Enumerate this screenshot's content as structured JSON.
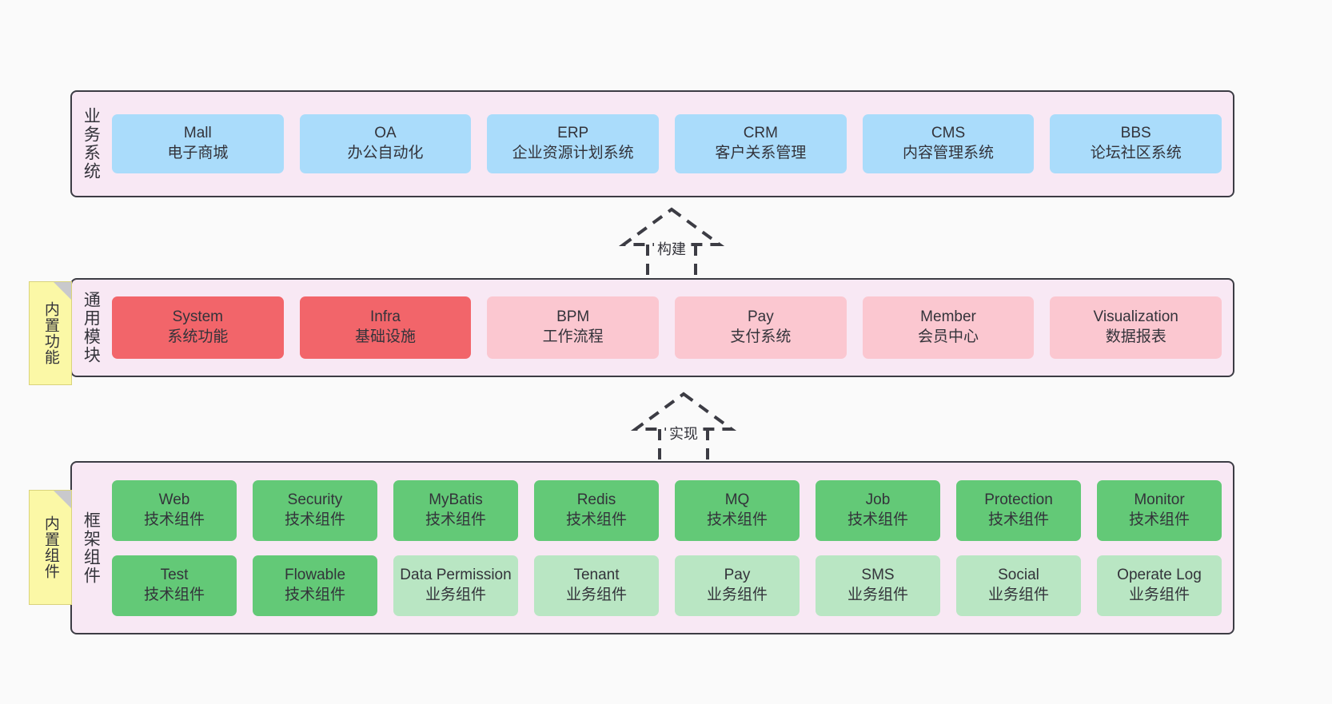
{
  "diagram": {
    "background": "#fafafa",
    "layer_fill": "#f8e8f4",
    "layer_border": "#3c3c44",
    "note_fill": "#fbf8a6"
  },
  "notes": [
    {
      "name": "builtin-function",
      "label": "内置功能"
    },
    {
      "name": "builtin-component",
      "label": "内置组件"
    }
  ],
  "connectors": [
    {
      "name": "build",
      "label": "构建",
      "style": "dashed-generalization"
    },
    {
      "name": "realize",
      "label": "实现",
      "style": "dashed-generalization"
    }
  ],
  "layers": [
    {
      "id": "business",
      "title": "业务系统",
      "rows": [
        {
          "nodes": [
            {
              "title": "Mall",
              "sub": "电子商城",
              "color": "#aadcfb"
            },
            {
              "title": "OA",
              "sub": "办公自动化",
              "color": "#aadcfb"
            },
            {
              "title": "ERP",
              "sub": "企业资源计划系统",
              "color": "#aadcfb"
            },
            {
              "title": "CRM",
              "sub": "客户关系管理",
              "color": "#aadcfb"
            },
            {
              "title": "CMS",
              "sub": "内容管理系统",
              "color": "#aadcfb"
            },
            {
              "title": "BBS",
              "sub": "论坛社区系统",
              "color": "#aadcfb"
            }
          ]
        }
      ]
    },
    {
      "id": "common",
      "title": "通用模块",
      "rows": [
        {
          "nodes": [
            {
              "title": "System",
              "sub": "系统功能",
              "color": "#f2656a"
            },
            {
              "title": "Infra",
              "sub": "基础设施",
              "color": "#f2656a"
            },
            {
              "title": "BPM",
              "sub": "工作流程",
              "color": "#fbc7d0"
            },
            {
              "title": "Pay",
              "sub": "支付系统",
              "color": "#fbc7d0"
            },
            {
              "title": "Member",
              "sub": "会员中心",
              "color": "#fbc7d0"
            },
            {
              "title": "Visualization",
              "sub": "数据报表",
              "color": "#fbc7d0"
            }
          ]
        }
      ]
    },
    {
      "id": "framework",
      "title": "框架组件",
      "rows": [
        {
          "nodes": [
            {
              "title": "Web",
              "sub": "技术组件",
              "color": "#63c977"
            },
            {
              "title": "Security",
              "sub": "技术组件",
              "color": "#63c977"
            },
            {
              "title": "MyBatis",
              "sub": "技术组件",
              "color": "#63c977"
            },
            {
              "title": "Redis",
              "sub": "技术组件",
              "color": "#63c977"
            },
            {
              "title": "MQ",
              "sub": "技术组件",
              "color": "#63c977"
            },
            {
              "title": "Job",
              "sub": "技术组件",
              "color": "#63c977"
            },
            {
              "title": "Protection",
              "sub": "技术组件",
              "color": "#63c977"
            },
            {
              "title": "Monitor",
              "sub": "技术组件",
              "color": "#63c977"
            }
          ]
        },
        {
          "nodes": [
            {
              "title": "Test",
              "sub": "技术组件",
              "color": "#63c977"
            },
            {
              "title": "Flowable",
              "sub": "技术组件",
              "color": "#63c977"
            },
            {
              "title": "Data Permission",
              "sub": "业务组件",
              "color": "#b9e6c3",
              "wrap": true
            },
            {
              "title": "Tenant",
              "sub": "业务组件",
              "color": "#b9e6c3"
            },
            {
              "title": "Pay",
              "sub": "业务组件",
              "color": "#b9e6c3"
            },
            {
              "title": "SMS",
              "sub": "业务组件",
              "color": "#b9e6c3"
            },
            {
              "title": "Social",
              "sub": "业务组件",
              "color": "#b9e6c3"
            },
            {
              "title": "Operate Log",
              "sub": "业务组件",
              "color": "#b9e6c3"
            }
          ]
        }
      ]
    }
  ]
}
